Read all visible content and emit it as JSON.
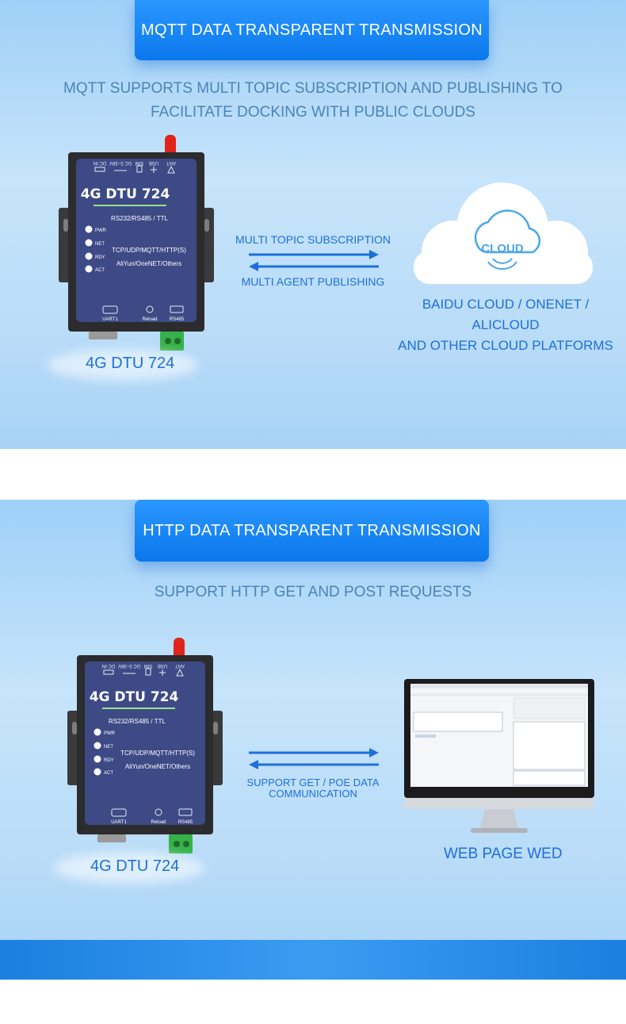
{
  "section1": {
    "banner": "MQTT DATA TRANSPARENT TRANSMISSION",
    "subtitle_line1": "MQTT SUPPORTS MULTI TOPIC SUBSCRIPTION AND PUBLISHING TO",
    "subtitle_line2": "FACILITATE DOCKING WITH PUBLIC CLOUDS",
    "device_label": "4G DTU 724",
    "arrow_top": "MULTI TOPIC SUBSCRIPTION",
    "arrow_bottom": "MULTI AGENT PUBLISHING",
    "cloud_word": "CLOUD",
    "cloud_line1": "BAIDU CLOUD / ONENET / ALICLOUD",
    "cloud_line2": "AND OTHER CLOUD PLATFORMS"
  },
  "section2": {
    "banner": "HTTP DATA TRANSPARENT TRANSMISSION",
    "subtitle": "SUPPORT HTTP GET AND POST REQUESTS",
    "device_label": "4G DTU 724",
    "arrow_line1": "SUPPORT GET / POE DATA",
    "arrow_line2": "COMMUNICATION",
    "monitor_label": "WEB PAGE WED"
  },
  "device": {
    "title": "4G DTU 724",
    "interfaces": "RS232/RS485 / TTL",
    "protocols": "TCP/UDP/MQTT/HTTP(S)",
    "clouds": "AliYun/OneNET/Others",
    "led_pwr": "PWR",
    "led_net": "NET",
    "led_rdy": "RDY",
    "led_act": "ACT",
    "port_dcin": "DC IN",
    "port_dc": "DC 5~36V",
    "port_sim": "SIM",
    "port_usb": "USB",
    "port_ant": "ANT",
    "port_uart": "UART1",
    "port_reload": "Reload",
    "port_rs485": "RS485"
  },
  "colors": {
    "accent": "#1e6fd9",
    "banner": "#0a78ec",
    "device_face": "#3d4a86",
    "subtitle": "#4d83b5"
  }
}
